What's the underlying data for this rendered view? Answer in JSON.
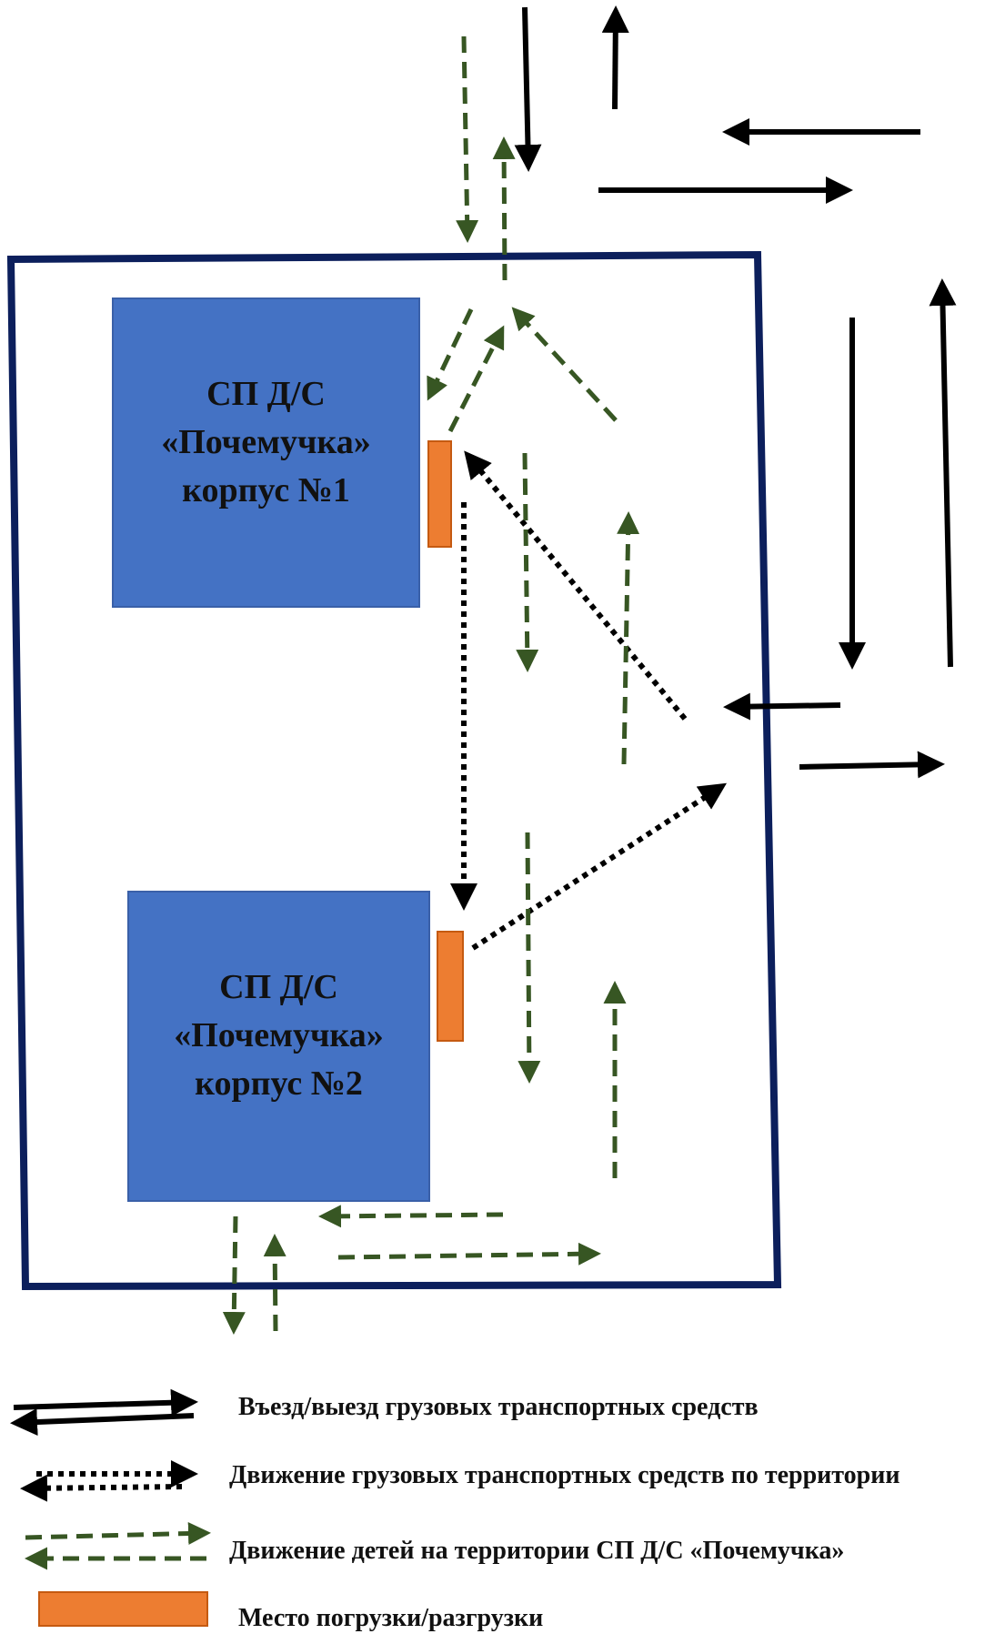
{
  "colors": {
    "territory_border": "#0c1f5c",
    "building_fill": "#4472c4",
    "building_stroke": "#3a60a8",
    "loading_fill": "#ed7d31",
    "loading_stroke": "#c55a11",
    "children_path": "#375623",
    "vehicle_path": "#000000"
  },
  "buildings": [
    {
      "lines": [
        "СП Д/С",
        "«Почемучка»",
        "корпус №1"
      ]
    },
    {
      "lines": [
        "СП Д/С",
        "«Почемучка»",
        "корпус №2"
      ]
    }
  ],
  "legend": [
    {
      "icon": "double-solid-arrow",
      "label": "Въезд/выезд грузовых транспортных средств"
    },
    {
      "icon": "double-dotted-arrow",
      "label": "Движение грузовых транспортных средств по территории"
    },
    {
      "icon": "double-dashed-arrow",
      "label": "Движение детей на территории СП Д/С «Почемучка»"
    },
    {
      "icon": "orange-rectangle",
      "label": "Место погрузки/разгрузки"
    }
  ]
}
